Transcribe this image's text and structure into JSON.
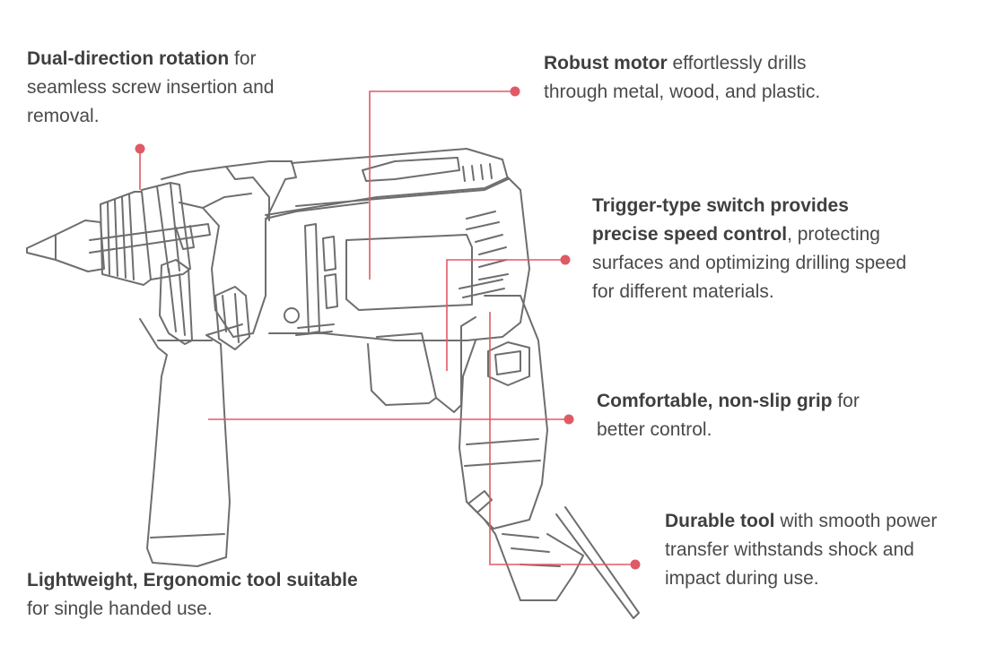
{
  "colors": {
    "accent": "#e05a66",
    "line": "#6e6e6e",
    "text": "#4a4a4a"
  },
  "illustration": {
    "name": "impact drill line drawing"
  },
  "callouts": {
    "rotation": {
      "bold": "Dual-direction rotation",
      "rest": " for seamless screw insertion and removal."
    },
    "motor": {
      "bold": "Robust motor",
      "rest": " effortlessly drills through metal, wood, and plastic."
    },
    "trigger": {
      "bold": "Trigger-type switch provides precise speed control",
      "rest": ", protecting surfaces and optimizing drilling speed for different materials."
    },
    "grip": {
      "bold": "Comfortable, non-slip grip",
      "rest": " for better control."
    },
    "durable": {
      "bold": "Durable tool",
      "rest": " with smooth power transfer withstands shock and impact during use."
    },
    "lightweight": {
      "bold": "Lightweight, Ergonomic tool suitable",
      "rest": " for single handed use."
    }
  }
}
